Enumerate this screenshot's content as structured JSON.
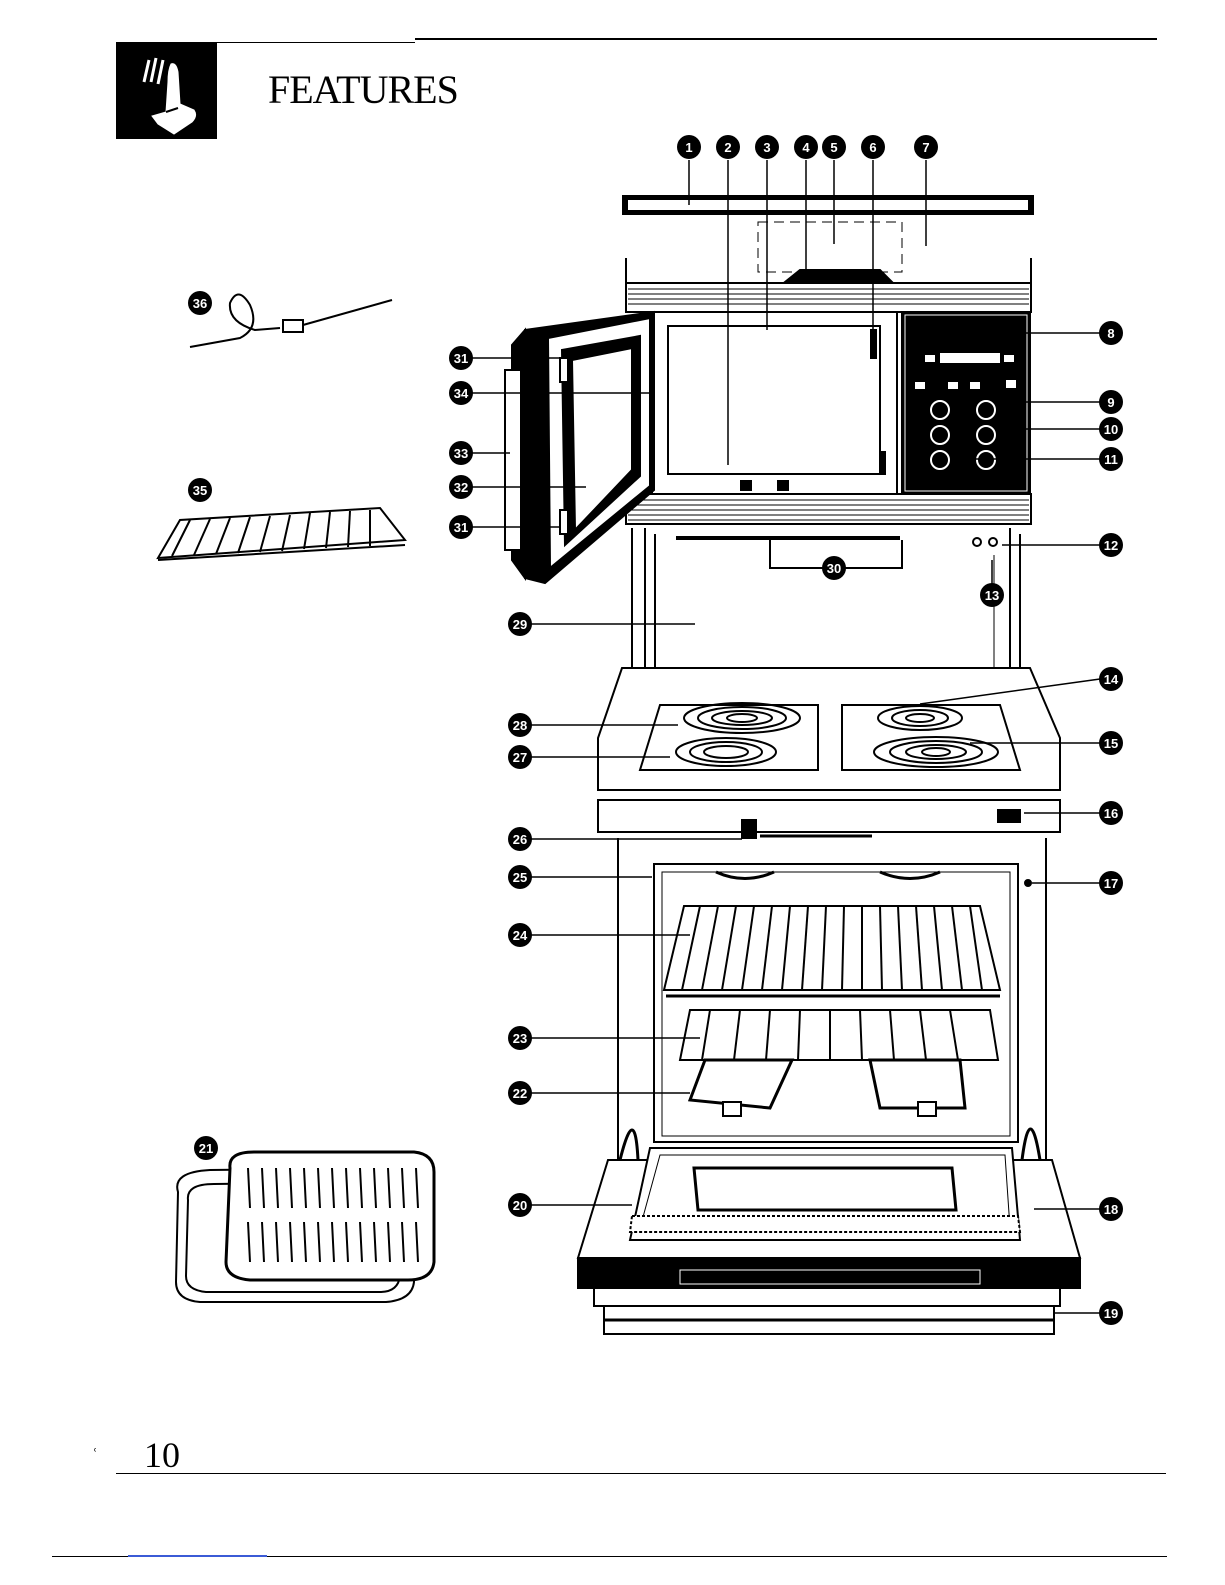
{
  "page": {
    "title": "FEATURES",
    "page_number": "10",
    "tick_mark": "ʿ"
  },
  "diagram": {
    "callouts": [
      "1",
      "2",
      "3",
      "4",
      "5",
      "6",
      "7",
      "8",
      "9",
      "10",
      "11",
      "12",
      "13",
      "14",
      "15",
      "16",
      "17",
      "18",
      "19",
      "20",
      "21",
      "22",
      "23",
      "24",
      "25",
      "26",
      "27",
      "28",
      "29",
      "30",
      "31",
      "32",
      "33",
      "34",
      "35",
      "36"
    ]
  },
  "colors": {
    "ink": "#000000",
    "paper": "#ffffff",
    "link": "#3b5bd6"
  }
}
